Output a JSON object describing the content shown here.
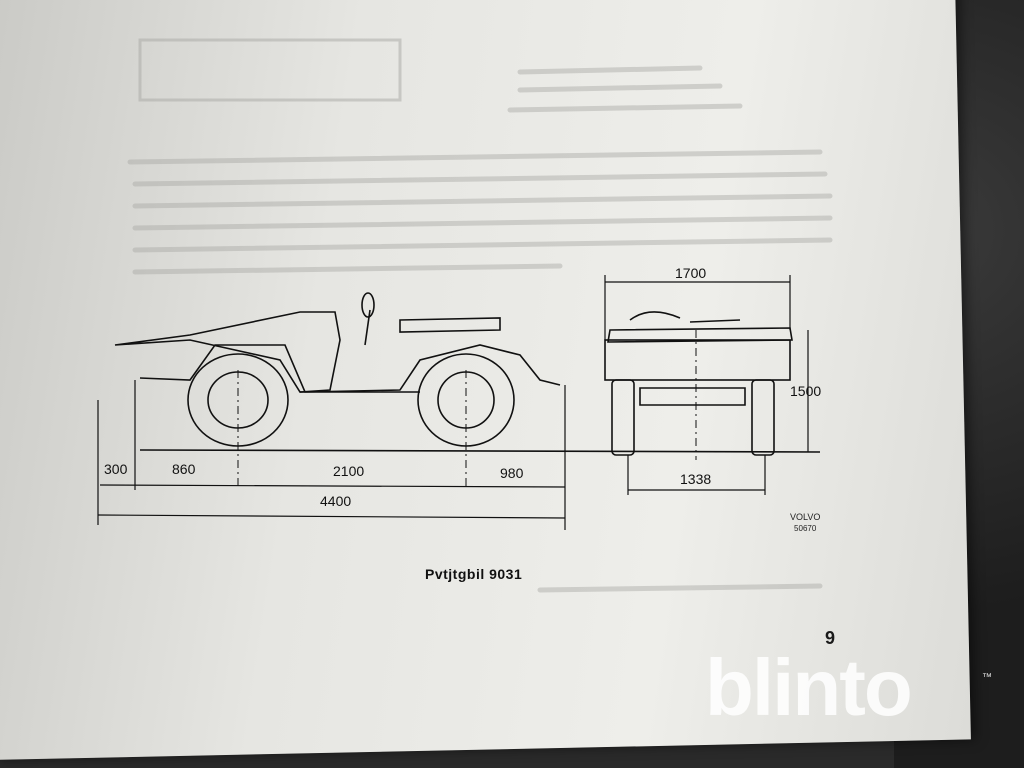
{
  "drawing": {
    "dimensions": {
      "front_overhang": "300",
      "front_axle_offset": "860",
      "wheelbase": "2100",
      "rear_overhang": "980",
      "overall_length": "4400",
      "overall_width": "1700",
      "track_width": "1338",
      "overall_height": "1500"
    },
    "caption": "Pvtjtgbil 9031",
    "stamp_brand": "VOLVO",
    "stamp_code": "50670"
  },
  "page": {
    "number": "9"
  },
  "watermark": {
    "brand": "blinto",
    "tm": "™"
  }
}
